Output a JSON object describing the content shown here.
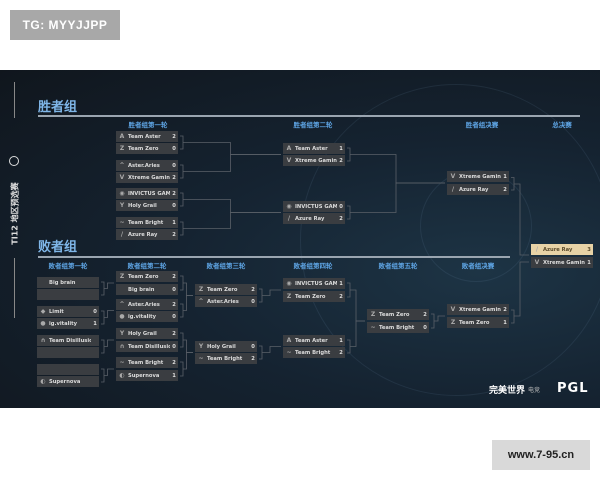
{
  "watermark_top": "TG: MYYJJPP",
  "watermark_bottom": "www.7-95.cn",
  "side_label": "TI12 地区预选赛",
  "winners": {
    "title": "胜者组",
    "rounds": [
      {
        "label": "胜者组第一轮",
        "matches": [
          [
            {
              "name": "Team Aster",
              "score": "2",
              "icon": "A"
            },
            {
              "name": "Team Zero",
              "score": "0",
              "icon": "Z"
            }
          ],
          [
            {
              "name": "Aster.Aries",
              "score": "0",
              "icon": "^"
            },
            {
              "name": "Xtreme Gaming",
              "score": "2",
              "icon": "V"
            }
          ],
          [
            {
              "name": "INVICTUS GAMING",
              "score": "2",
              "icon": "◉"
            },
            {
              "name": "Holy Grail",
              "score": "0",
              "icon": "Y"
            }
          ],
          [
            {
              "name": "Team Bright",
              "score": "1",
              "icon": "~"
            },
            {
              "name": "Azure Ray",
              "score": "2",
              "icon": "/"
            }
          ]
        ]
      },
      {
        "label": "胜者组第二轮",
        "matches": [
          [
            {
              "name": "Team Aster",
              "score": "1",
              "icon": "A"
            },
            {
              "name": "Xtreme Gaming",
              "score": "2",
              "icon": "V"
            }
          ],
          [
            {
              "name": "INVICTUS GAMING",
              "score": "0",
              "icon": "◉"
            },
            {
              "name": "Azure Ray",
              "score": "2",
              "icon": "/"
            }
          ]
        ]
      },
      {
        "label": "胜者组决赛",
        "matches": [
          [
            {
              "name": "Xtreme Gaming",
              "score": "1",
              "icon": "V"
            },
            {
              "name": "Azure Ray",
              "score": "2",
              "icon": "/"
            }
          ]
        ]
      }
    ]
  },
  "grand_final": {
    "label": "总决赛",
    "match": [
      {
        "name": "Azure Ray",
        "score": "3",
        "icon": "/"
      },
      {
        "name": "Xtreme Gaming",
        "score": "1",
        "icon": "V"
      }
    ]
  },
  "losers": {
    "title": "败者组",
    "rounds": [
      {
        "label": "败者组第一轮",
        "matches": [
          [
            {
              "name": "Big brain",
              "score": "",
              "icon": ""
            },
            {
              "name": "",
              "score": "",
              "icon": ""
            }
          ],
          [
            {
              "name": "Limit",
              "score": "0",
              "icon": "◆"
            },
            {
              "name": "ig.vitality",
              "score": "1",
              "icon": "●"
            }
          ],
          [
            {
              "name": "Team Disillusion",
              "score": "",
              "icon": "∩"
            },
            {
              "name": "",
              "score": "",
              "icon": ""
            }
          ],
          [
            {
              "name": "",
              "score": "",
              "icon": ""
            },
            {
              "name": "Supernova",
              "score": "",
              "icon": "◐"
            }
          ]
        ]
      },
      {
        "label": "败者组第二轮",
        "matches": [
          [
            {
              "name": "Team Zero",
              "score": "2",
              "icon": "Z"
            },
            {
              "name": "Big brain",
              "score": "0",
              "icon": ""
            }
          ],
          [
            {
              "name": "Aster.Aries",
              "score": "2",
              "icon": "^"
            },
            {
              "name": "ig.vitality",
              "score": "0",
              "icon": "●"
            }
          ],
          [
            {
              "name": "Holy Grail",
              "score": "2",
              "icon": "Y"
            },
            {
              "name": "Team Disillusion",
              "score": "0",
              "icon": "∩"
            }
          ],
          [
            {
              "name": "Team Bright",
              "score": "2",
              "icon": "~"
            },
            {
              "name": "Supernova",
              "score": "1",
              "icon": "◐"
            }
          ]
        ]
      },
      {
        "label": "败者组第三轮",
        "matches": [
          [
            {
              "name": "Team Zero",
              "score": "2",
              "icon": "Z"
            },
            {
              "name": "Aster.Aries",
              "score": "0",
              "icon": "^"
            }
          ],
          [
            {
              "name": "Holy Grail",
              "score": "0",
              "icon": "Y"
            },
            {
              "name": "Team Bright",
              "score": "2",
              "icon": "~"
            }
          ]
        ]
      },
      {
        "label": "败者组第四轮",
        "matches": [
          [
            {
              "name": "INVICTUS GAMING",
              "score": "1",
              "icon": "◉"
            },
            {
              "name": "Team Zero",
              "score": "2",
              "icon": "Z"
            }
          ],
          [
            {
              "name": "Team Aster",
              "score": "1",
              "icon": "A"
            },
            {
              "name": "Team Bright",
              "score": "2",
              "icon": "~"
            }
          ]
        ]
      },
      {
        "label": "败者组第五轮",
        "matches": [
          [
            {
              "name": "Team Zero",
              "score": "2",
              "icon": "Z"
            },
            {
              "name": "Team Bright",
              "score": "0",
              "icon": "~"
            }
          ]
        ]
      },
      {
        "label": "败者组决赛",
        "matches": [
          [
            {
              "name": "Xtreme Gaming",
              "score": "2",
              "icon": "V"
            },
            {
              "name": "Team Zero",
              "score": "1",
              "icon": "Z"
            }
          ]
        ]
      }
    ]
  },
  "brands": {
    "perfect_world": "完美世界",
    "esports": "电竞",
    "pgl": "PGL"
  },
  "colors": {
    "highlight": "#e8d3a6",
    "round_label": "#5fa6e6",
    "slot_bg": "#3a3d41"
  }
}
